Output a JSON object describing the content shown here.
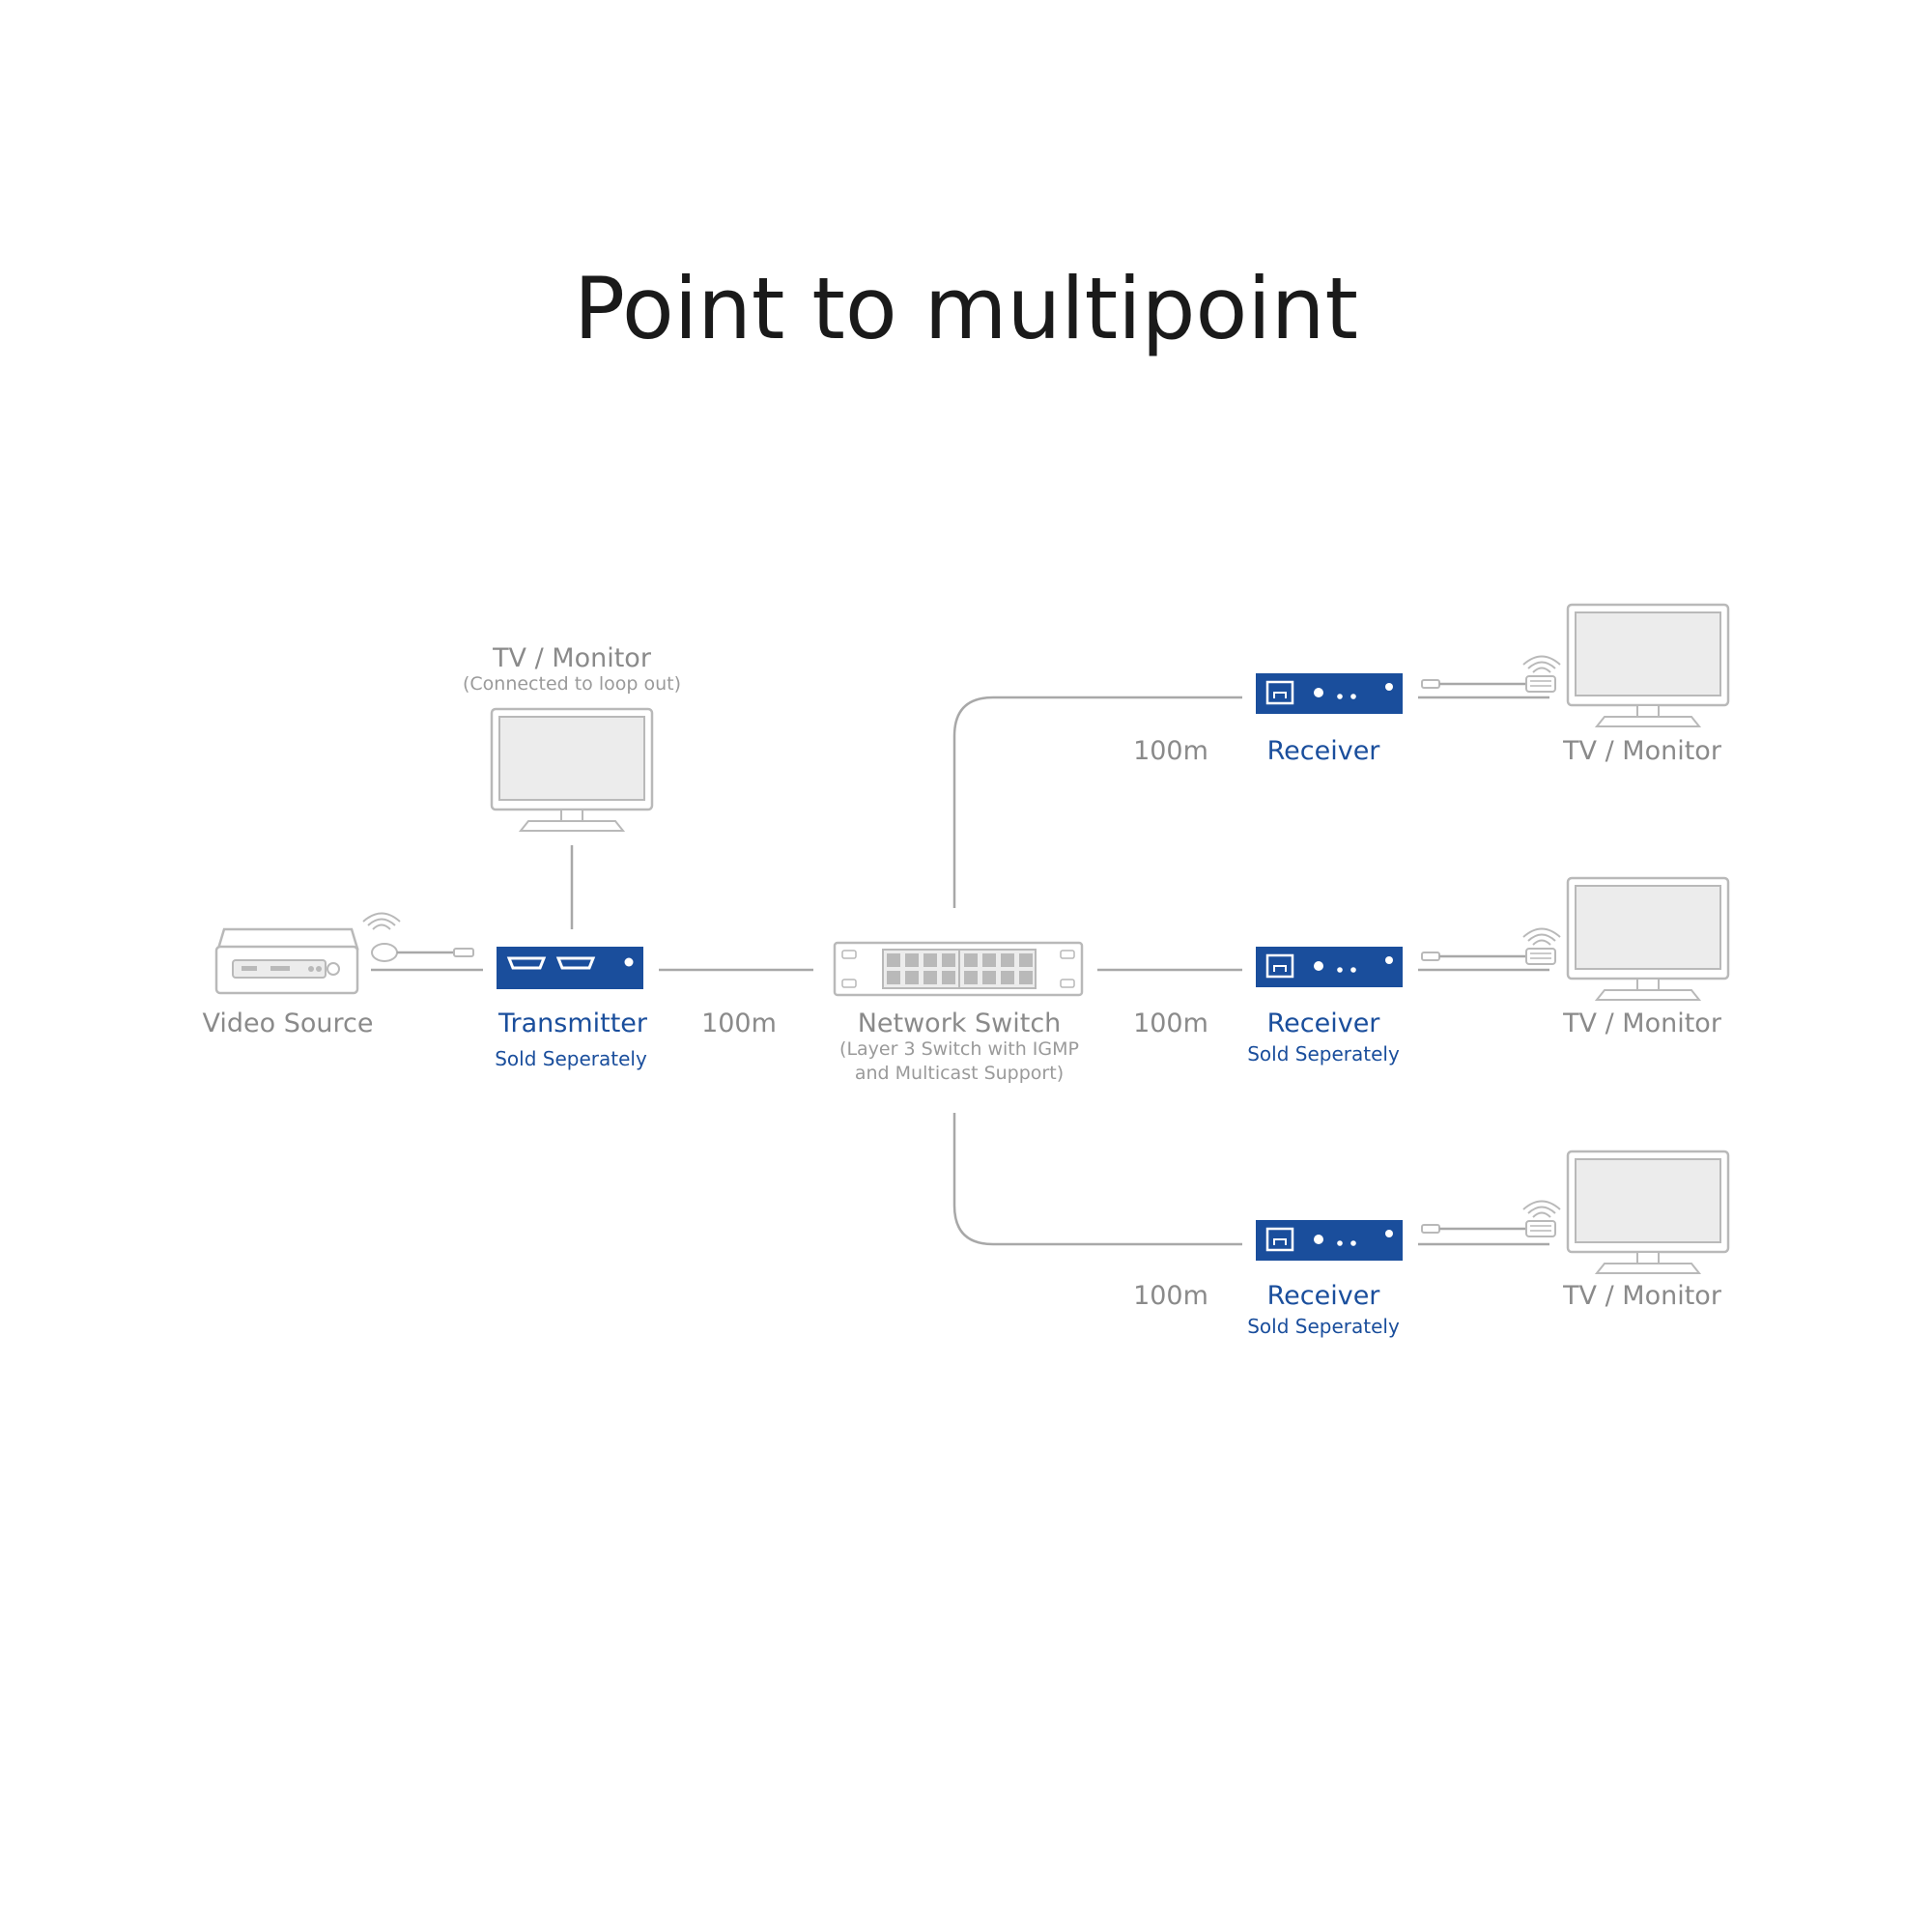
{
  "title": "Point to multipoint",
  "colors": {
    "accent": "#1a4e9c",
    "device_gray": "#b9b9b9",
    "label_gray": "#8a8a8a",
    "title": "#1a1a1a"
  },
  "loop_monitor": {
    "label": "TV / Monitor",
    "sub": "(Connected to loop out)"
  },
  "video_source": {
    "label": "Video Source"
  },
  "transmitter": {
    "label": "Transmitter",
    "sub": "Sold Seperately"
  },
  "distance_tx": "100m",
  "network_switch": {
    "label": "Network Switch",
    "sub_line1": "(Layer 3 Switch with IGMP",
    "sub_line2": "and Multicast Support)"
  },
  "receivers": [
    {
      "distance": "100m",
      "label": "Receiver",
      "sub": "",
      "monitor": "TV / Monitor"
    },
    {
      "distance": "100m",
      "label": "Receiver",
      "sub": "Sold Seperately",
      "monitor": "TV / Monitor"
    },
    {
      "distance": "100m",
      "label": "Receiver",
      "sub": "Sold Seperately",
      "monitor": "TV / Monitor"
    }
  ],
  "icons": [
    "monitor-icon",
    "video-source-icon",
    "hdmi-cable-icon",
    "transmitter-icon",
    "network-switch-icon",
    "receiver-icon"
  ]
}
